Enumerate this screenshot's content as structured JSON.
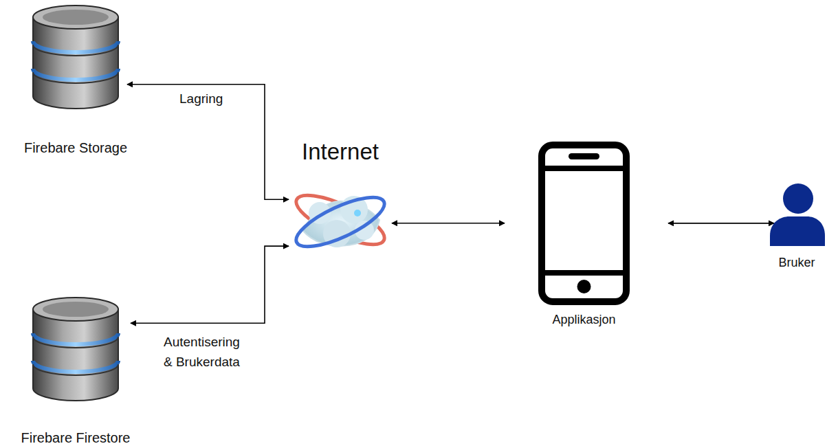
{
  "diagram": {
    "nodes": [
      {
        "text": [
          "Firebare Storage"
        ]
      },
      {
        "text": [
          "Internet"
        ]
      },
      {
        "text": [
          "Applikasjon"
        ]
      },
      {
        "text": [
          "Bruker"
        ]
      },
      {
        "text": [
          "Firebare Firestore"
        ]
      }
    ],
    "edges": [
      {
        "from": 1,
        "to": 0,
        "label": "Lagring",
        "arrow": "both"
      },
      {
        "from": 1,
        "to": 4,
        "label": "Autentisering & Brukerdata",
        "arrow": "both"
      },
      {
        "from": 1,
        "to": 2,
        "arrow": "both"
      },
      {
        "from": 2,
        "to": 3,
        "arrow": "both"
      }
    ]
  }
}
